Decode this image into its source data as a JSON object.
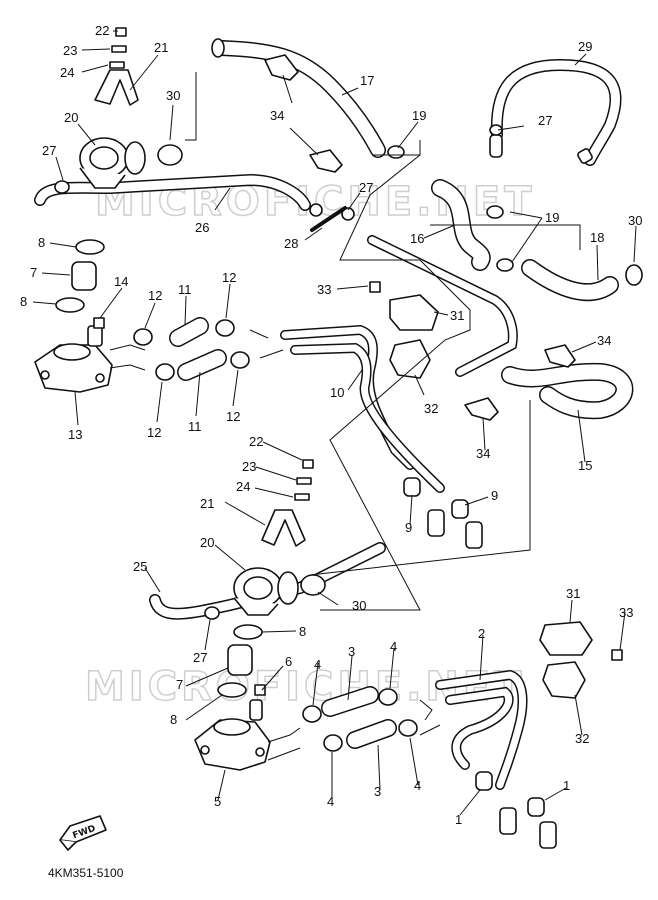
{
  "watermark": "MICROFICHE.NET",
  "catalog_code": "4KM351-5100",
  "fwd_label": "FWD",
  "callouts": {
    "c1a": "1",
    "c1b": "1",
    "c2": "2",
    "c3a": "3",
    "c3b": "3",
    "c4a": "4",
    "c4b": "4",
    "c4c": "4",
    "c4d": "4",
    "c5": "5",
    "c6": "6",
    "c7a": "7",
    "c7b": "7",
    "c8a": "8",
    "c8b": "8",
    "c8c": "8",
    "c8d": "8",
    "c9a": "9",
    "c9b": "9",
    "c10": "10",
    "c11a": "11",
    "c11b": "11",
    "c12a": "12",
    "c12b": "12",
    "c12c": "12",
    "c12d": "12",
    "c13": "13",
    "c14": "14",
    "c15": "15",
    "c16": "16",
    "c17": "17",
    "c18": "18",
    "c19a": "19",
    "c19b": "19",
    "c20a": "20",
    "c20b": "20",
    "c21a": "21",
    "c21b": "21",
    "c22a": "22",
    "c22b": "22",
    "c23a": "23",
    "c23b": "23",
    "c24a": "24",
    "c24b": "24",
    "c25": "25",
    "c26": "26",
    "c27a": "27",
    "c27b": "27",
    "c27c": "27",
    "c27d": "27",
    "c28": "28",
    "c29": "29",
    "c30a": "30",
    "c30b": "30",
    "c30c": "30",
    "c31a": "31",
    "c31b": "31",
    "c32a": "32",
    "c32b": "32",
    "c33a": "33",
    "c33b": "33",
    "c34a": "34",
    "c34b": "34",
    "c34c": "34"
  }
}
